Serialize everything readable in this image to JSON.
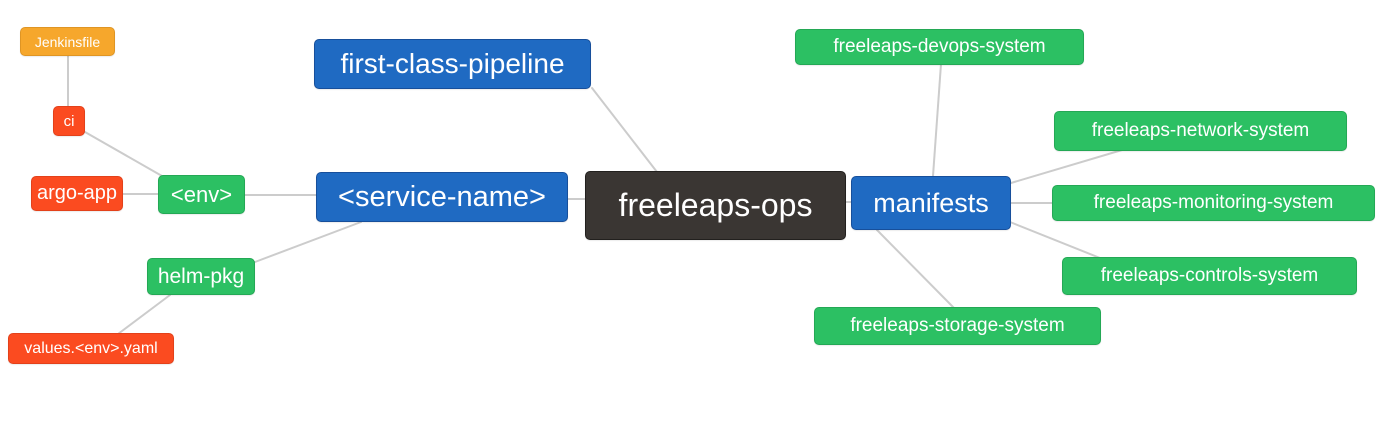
{
  "diagram": {
    "type": "mindmap",
    "colors": {
      "blue": "#1f6ac2",
      "green": "#2cc063",
      "orange": "#f6a72c",
      "red": "#fb4b20",
      "dark": "#3a3633",
      "line": "#cccccc",
      "text": "#ffffff",
      "background": "#ffffff"
    },
    "nodes": {
      "jenkinsfile": {
        "label": "Jenkinsfile",
        "color": "orange"
      },
      "ci": {
        "label": "ci",
        "color": "red"
      },
      "argo_app": {
        "label": "argo-app",
        "color": "red"
      },
      "env": {
        "label": "<env>",
        "color": "green"
      },
      "first_class_pipeline": {
        "label": "first-class-pipeline",
        "color": "blue"
      },
      "service_name": {
        "label": "<service-name>",
        "color": "blue"
      },
      "helm_pkg": {
        "label": "helm-pkg",
        "color": "green"
      },
      "values_yaml": {
        "label": "values.<env>.yaml",
        "color": "red"
      },
      "freeleaps_ops": {
        "label": "freeleaps-ops",
        "color": "dark"
      },
      "manifests": {
        "label": "manifests",
        "color": "blue"
      },
      "devops_system": {
        "label": "freeleaps-devops-system",
        "color": "green"
      },
      "network_system": {
        "label": "freeleaps-network-system",
        "color": "green"
      },
      "monitoring_system": {
        "label": "freeleaps-monitoring-system",
        "color": "green"
      },
      "controls_system": {
        "label": "freeleaps-controls-system",
        "color": "green"
      },
      "storage_system": {
        "label": "freeleaps-storage-system",
        "color": "green"
      }
    },
    "edges": [
      {
        "from": "jenkinsfile",
        "to": "ci"
      },
      {
        "from": "ci",
        "to": "env"
      },
      {
        "from": "argo_app",
        "to": "env"
      },
      {
        "from": "env",
        "to": "service_name"
      },
      {
        "from": "service_name",
        "to": "helm_pkg"
      },
      {
        "from": "helm_pkg",
        "to": "values_yaml"
      },
      {
        "from": "service_name",
        "to": "freeleaps_ops"
      },
      {
        "from": "first_class_pipeline",
        "to": "freeleaps_ops"
      },
      {
        "from": "freeleaps_ops",
        "to": "manifests"
      },
      {
        "from": "manifests",
        "to": "devops_system"
      },
      {
        "from": "manifests",
        "to": "network_system"
      },
      {
        "from": "manifests",
        "to": "monitoring_system"
      },
      {
        "from": "manifests",
        "to": "controls_system"
      },
      {
        "from": "manifests",
        "to": "storage_system"
      }
    ]
  }
}
